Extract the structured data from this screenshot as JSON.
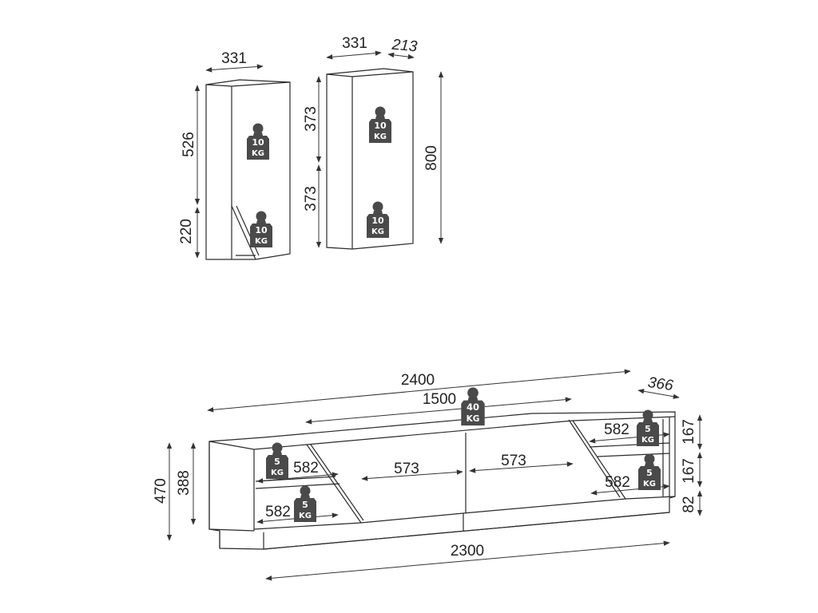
{
  "upper_left_cabinet": {
    "width": "331",
    "upper_height": "526",
    "lower_height": "220",
    "weights": [
      {
        "value": "10",
        "unit": "KG"
      },
      {
        "value": "10",
        "unit": "KG"
      }
    ]
  },
  "upper_right_cabinet": {
    "width": "331",
    "depth": "213",
    "upper_height": "373",
    "lower_height": "373",
    "total_height": "800",
    "weights": [
      {
        "value": "10",
        "unit": "KG"
      },
      {
        "value": "10",
        "unit": "KG"
      }
    ]
  },
  "tv_unit": {
    "total_width": "2400",
    "depth": "366",
    "top_width": "1500",
    "base_width": "2300",
    "total_height": "470",
    "body_height": "388",
    "right_heights": [
      "167",
      "167",
      "82"
    ],
    "door_widths": [
      "573",
      "573"
    ],
    "left_shelf_widths": [
      "582",
      "582"
    ],
    "right_shelf_widths": [
      "582",
      "582"
    ],
    "top_weight": {
      "value": "40",
      "unit": "KG"
    },
    "left_weights": [
      {
        "value": "5",
        "unit": "KG"
      },
      {
        "value": "5",
        "unit": "KG"
      }
    ],
    "right_weights": [
      {
        "value": "5",
        "unit": "KG"
      },
      {
        "value": "5",
        "unit": "KG"
      }
    ]
  }
}
